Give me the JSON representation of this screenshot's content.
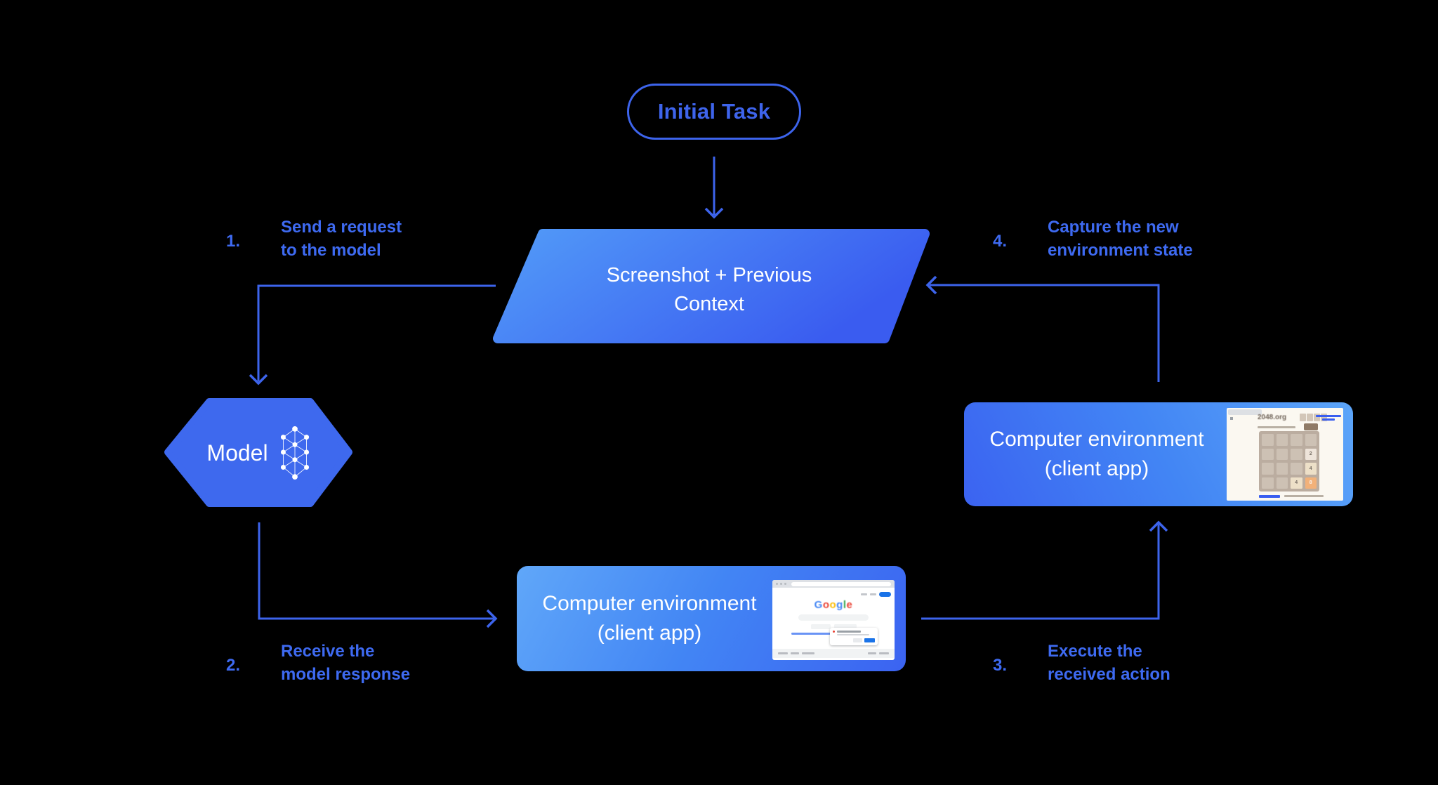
{
  "canvas": {
    "background": "#000000"
  },
  "colors": {
    "accent_stroke": "#3D64EC",
    "label_text": "#3E6AF1",
    "hexagon_fill": "#3E69EE",
    "parallelogram_gradient": [
      "#529BF8",
      "#3A5CF0"
    ],
    "env_box_gradient": [
      "#5CA5F9",
      "#4285F4",
      "#3B63F1"
    ],
    "shape_text": "#FFFFFF",
    "google_blue": "#1A73E8"
  },
  "nodes": {
    "initial_task": {
      "label": "Initial Task"
    },
    "screenshot_context": {
      "lines": [
        "Screenshot + Previous",
        "Context"
      ]
    },
    "model": {
      "label": "Model",
      "icon": "neural-network-icon"
    },
    "env_bottom": {
      "lines": [
        "Computer environment",
        "(client app)"
      ],
      "thumbnail": "google-search-page"
    },
    "env_right": {
      "lines": [
        "Computer environment",
        "(client app)"
      ],
      "thumbnail": "2048-game-page"
    }
  },
  "steps": [
    {
      "number": "1.",
      "lines": [
        "Send a request",
        "to the model"
      ]
    },
    {
      "number": "2.",
      "lines": [
        "Receive the",
        "model response"
      ]
    },
    {
      "number": "3.",
      "lines": [
        "Execute the",
        "received action"
      ]
    },
    {
      "number": "4.",
      "lines": [
        "Capture the new",
        "environment state"
      ]
    }
  ],
  "thumbnails": {
    "google": {
      "logo_letters": [
        {
          "ch": "G",
          "color": "#4285F4"
        },
        {
          "ch": "o",
          "color": "#EA4335"
        },
        {
          "ch": "o",
          "color": "#FBBC05"
        },
        {
          "ch": "g",
          "color": "#4285F4"
        },
        {
          "ch": "l",
          "color": "#34A853"
        },
        {
          "ch": "e",
          "color": "#EA4335"
        }
      ]
    },
    "game2048": {
      "title": "2048.org",
      "grid": [
        [
          "",
          "",
          "",
          ""
        ],
        [
          "",
          "",
          "",
          "2"
        ],
        [
          "",
          "",
          "",
          "4"
        ],
        [
          "",
          "",
          "4",
          "8"
        ]
      ]
    }
  }
}
